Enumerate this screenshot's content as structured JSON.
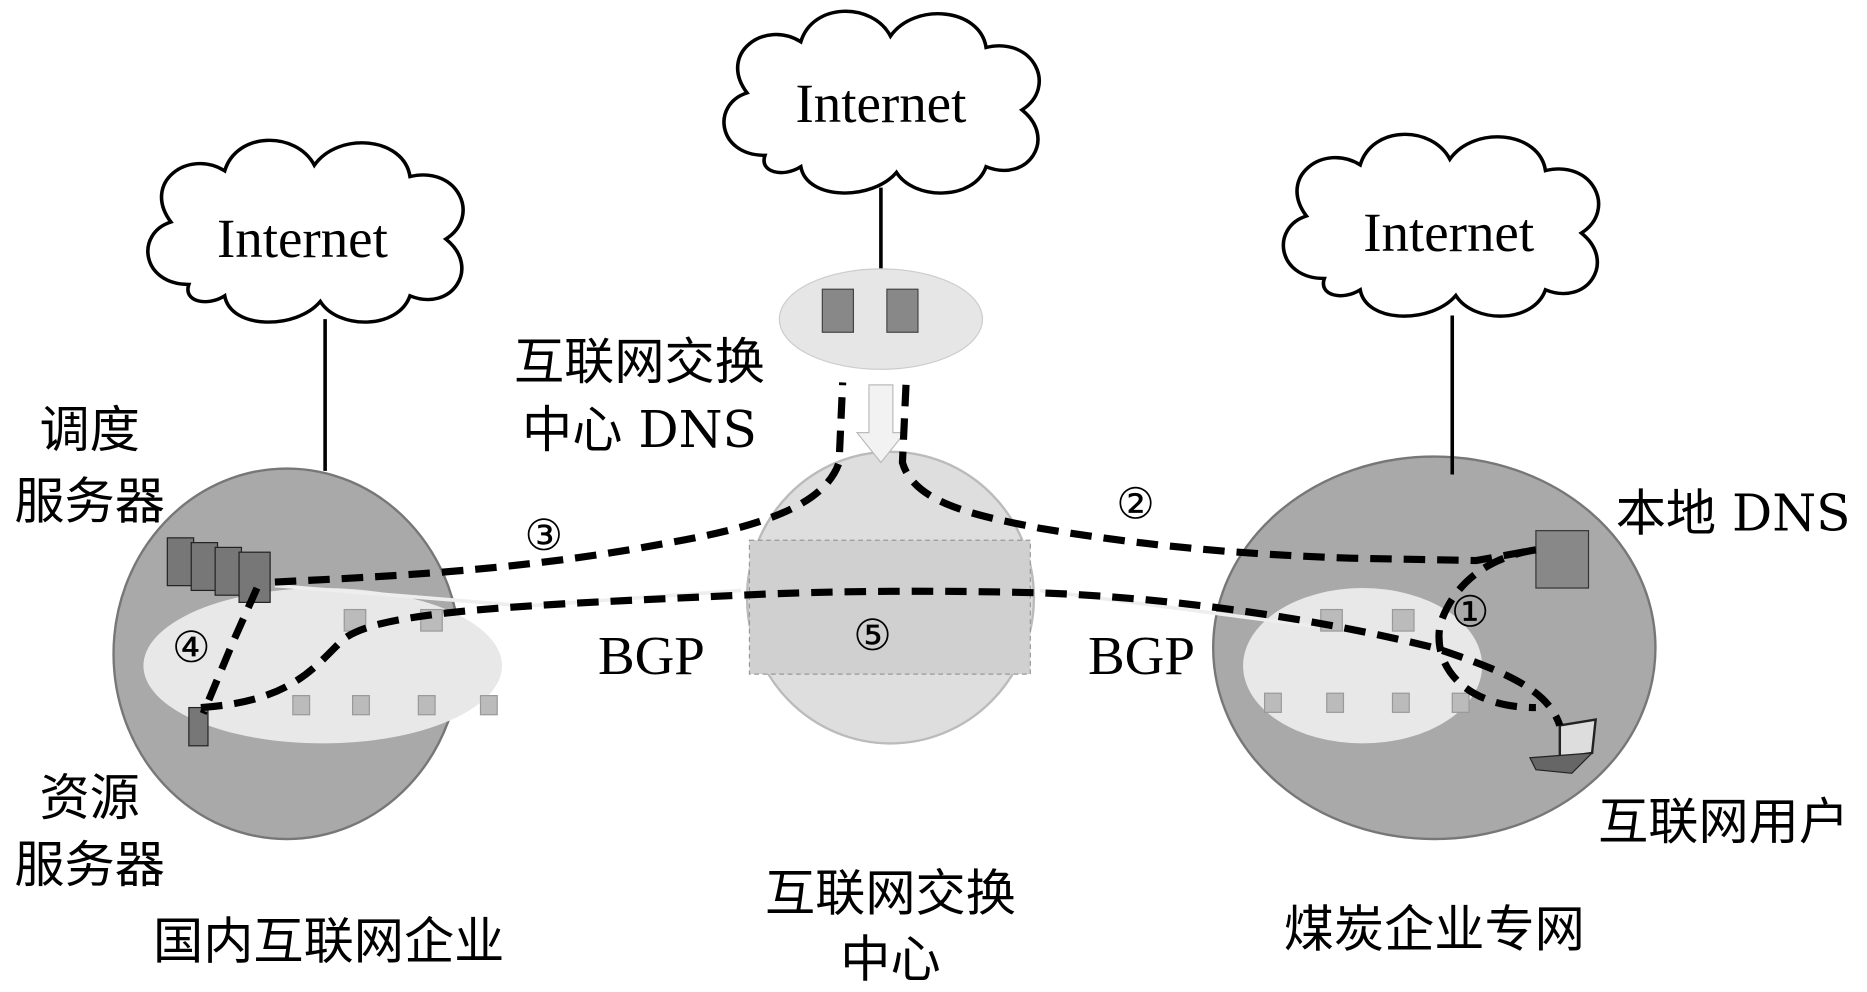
{
  "clouds": {
    "left": "Internet",
    "middle": "Internet",
    "right": "Internet"
  },
  "labels": {
    "ix_dns_line1": "互联网交换",
    "ix_dns_line2": "中心 DNS",
    "dispatch_line1": "调度",
    "dispatch_line2": "服务器",
    "resource_line1": "资源",
    "resource_line2": "服务器",
    "domestic_enterprise": "国内互联网企业",
    "ix_line1": "互联网交换",
    "ix_line2": "中心",
    "coal_network": "煤炭企业专网",
    "local_dns": "本地 DNS",
    "internet_user": "互联网用户",
    "bgp_left": "BGP",
    "bgp_right": "BGP"
  },
  "steps": [
    "①",
    "②",
    "③",
    "④",
    "⑤"
  ],
  "colors": {
    "region_fill": "#a9a9a9",
    "ix_fill": "#dcdcdc",
    "path": "#000000"
  }
}
